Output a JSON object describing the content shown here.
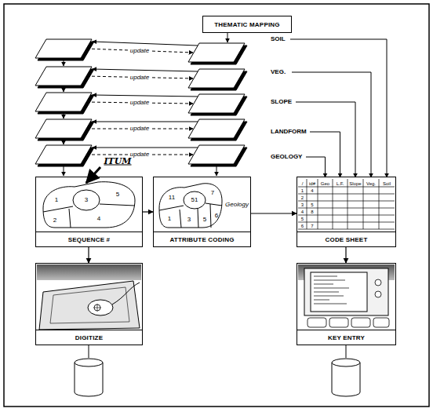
{
  "diagram": {
    "nodes": [
      {
        "text": [
          "THEMATIC MAPPING"
        ]
      },
      {
        "text": [
          "SEQUENCE #"
        ]
      },
      {
        "text": [
          "ATTRIBUTE CODING"
        ]
      },
      {
        "text": [
          "CODE SHEET"
        ]
      },
      {
        "text": [
          "DIGITIZE"
        ]
      },
      {
        "text": [
          "KEY ENTRY"
        ]
      }
    ],
    "edges": [
      {
        "from": 1,
        "to": 2,
        "arrow": "to"
      },
      {
        "from": 2,
        "to": 3,
        "arrow": "to"
      },
      {
        "from": 1,
        "to": 4,
        "arrow": "to"
      },
      {
        "from": 3,
        "to": 5,
        "arrow": "to"
      }
    ],
    "labels": [
      "update",
      "update",
      "update",
      "update",
      "update",
      "ITUM",
      "1",
      "2",
      "3",
      "4",
      "5",
      "11",
      "51",
      "7",
      "1",
      "3",
      "5",
      "6",
      "Geology",
      "SOIL",
      "VEG.",
      "SLOPE",
      "LANDFORM",
      "GEOLOGY",
      "/",
      "id#",
      "Geo",
      "L.F.",
      "Slope",
      "Veg.",
      "Soil",
      "1",
      "4",
      "2",
      "3",
      "5",
      "4",
      "8",
      "5",
      "6",
      "7"
    ]
  }
}
